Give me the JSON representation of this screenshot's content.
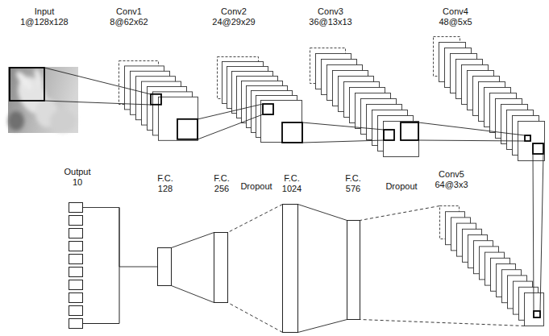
{
  "diagram": {
    "nodes": [
      {
        "text": [
          "Input",
          "1@128x128"
        ]
      },
      {
        "text": [
          "Conv1",
          "8@62x62"
        ]
      },
      {
        "text": [
          "Conv2",
          "24@29x29"
        ]
      },
      {
        "text": [
          "Conv3",
          "36@13x13"
        ]
      },
      {
        "text": [
          "Conv4",
          "48@5x5"
        ]
      },
      {
        "text": [
          "Output",
          "10"
        ]
      },
      {
        "text": [
          "F.C.",
          "128"
        ]
      },
      {
        "text": [
          "F.C.",
          "256"
        ]
      },
      {
        "text": [
          "F.C.",
          "1024"
        ]
      },
      {
        "text": [
          "F.C.",
          "576"
        ]
      },
      {
        "text": [
          "Conv5",
          "64@3x3"
        ]
      }
    ],
    "edges": [
      {
        "from": 0,
        "to": 1,
        "arrow": "none"
      },
      {
        "from": 1,
        "to": 2,
        "arrow": "none"
      },
      {
        "from": 2,
        "to": 3,
        "arrow": "none"
      },
      {
        "from": 3,
        "to": 4,
        "arrow": "none"
      },
      {
        "from": 4,
        "to": 10,
        "arrow": "none"
      },
      {
        "from": 10,
        "to": 9,
        "label": "Dropout",
        "arrow": "none"
      },
      {
        "from": 9,
        "to": 8,
        "arrow": "none"
      },
      {
        "from": 8,
        "to": 7,
        "label": "Dropout",
        "arrow": "none"
      },
      {
        "from": 7,
        "to": 6,
        "arrow": "none"
      },
      {
        "from": 6,
        "to": 5,
        "arrow": "none"
      }
    ]
  }
}
